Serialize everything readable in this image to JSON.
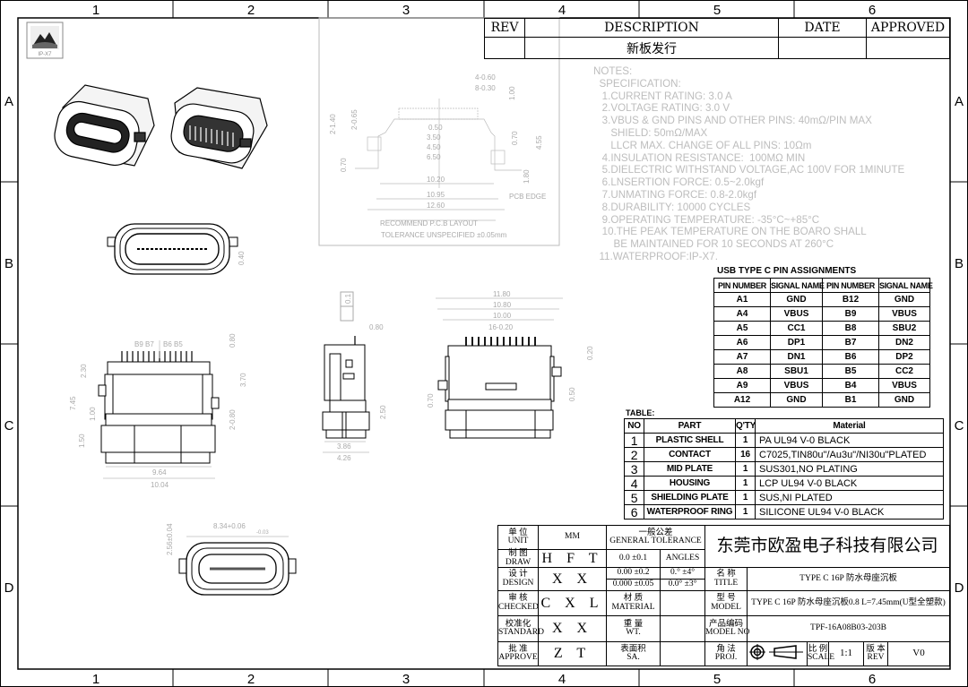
{
  "frame": {
    "cols": [
      "1",
      "2",
      "3",
      "4",
      "5",
      "6"
    ],
    "rows": [
      "A",
      "B",
      "C",
      "D"
    ]
  },
  "logo": {
    "text": "IP-X7"
  },
  "revision": {
    "headers": [
      "REV",
      "DESCRIPTION",
      "DATE",
      "APPROVED"
    ],
    "rows": [
      {
        "rev": "",
        "description": "新板发行",
        "date": "",
        "approved": ""
      }
    ]
  },
  "notes": {
    "lines": [
      "NOTES:",
      "  SPECIFICATION:",
      "   1.CURRENT RATING: 3.0 A",
      "   2.VOLTAGE RATING: 3.0 V",
      "   3.VBUS & GND PINS AND OTHER PINS: 40mΩ/PIN MAX",
      "      SHIELD: 50mΩ/MAX",
      "      LLCR MAX. CHANGE OF ALL PINS: 10Ωm",
      "   4.INSULATION RESISTANCE:  100MΩ MIN",
      "   5.DIELECTRIC WITHSTAND VOLTAGE,AC 100V FOR 1MINUTE",
      "   6.LNSERTION FORCE: 0.5~2.0kgf",
      "   7.UNMATING FORCE: 0.8-2.0kgf",
      "   8.DURABILITY: 10000 CYCLES",
      "   9.OPERATING TEMPERATURE: -35°C~+85°C",
      "   10.THE PEAK TEMPERATURE ON THE BOARO SHALL",
      "       BE MAINTAINED FOR 10 SECONDS AT 260°C",
      "  11.WATERPROOF:IP-X7."
    ]
  },
  "pin_table": {
    "title": "USB TYPE C PIN ASSIGNMENTS",
    "headers": [
      "PIN NUMBER",
      "SIGNAL NAME",
      "PIN NUMBER",
      "SIGNAL NAME"
    ],
    "rows": [
      [
        "A1",
        "GND",
        "B12",
        "GND"
      ],
      [
        "A4",
        "VBUS",
        "B9",
        "VBUS"
      ],
      [
        "A5",
        "CC1",
        "B8",
        "SBU2"
      ],
      [
        "A6",
        "DP1",
        "B7",
        "DN2"
      ],
      [
        "A7",
        "DN1",
        "B6",
        "DP2"
      ],
      [
        "A8",
        "SBU1",
        "B5",
        "CC2"
      ],
      [
        "A9",
        "VBUS",
        "B4",
        "VBUS"
      ],
      [
        "A12",
        "GND",
        "B1",
        "GND"
      ]
    ]
  },
  "parts_table": {
    "title": "TABLE:",
    "headers": [
      "NO",
      "PART",
      "Q'TY",
      "Material"
    ],
    "rows": [
      [
        "1",
        "PLASTIC SHELL",
        "1",
        "PA  UL94  V-0  BLACK"
      ],
      [
        "2",
        "CONTACT",
        "16",
        "C7025,TIN80u\"/Au3u\"/NI30u\"PLATED"
      ],
      [
        "3",
        "MID PLATE",
        "1",
        "SUS301,NO  PLATING"
      ],
      [
        "4",
        "HOUSING",
        "1",
        "LCP  UL94  V-0  BLACK"
      ],
      [
        "5",
        "SHIELDING PLATE",
        "1",
        "SUS,NI  PLATED"
      ],
      [
        "6",
        "WATERPROOF RING",
        "1",
        "SILICONE  UL94  V-0  BLACK"
      ]
    ]
  },
  "pcb_layout": {
    "title": "RECOMMEND  P.C.B  LAYOUT",
    "tolerance": "TOLERANCE  UNSPECIFIED  ±0.05mm",
    "pcb_edge": "PCB  EDGE",
    "dims": [
      "4-0.60",
      "8-0.30",
      "1.00",
      "2-1.40",
      "2-0.65",
      "0.50",
      "3.50",
      "4.50",
      "6.50",
      "0.70",
      "4.55",
      "1.80",
      "0.70",
      "10.20",
      "10.95",
      "12.60"
    ]
  },
  "views": {
    "front": {
      "dims": [
        "0.40"
      ]
    },
    "bottom": {
      "dims": [
        "B9",
        "B7",
        "B6",
        "B5",
        "0.80",
        "2.30",
        "3.70",
        "7.45",
        "1.00",
        "1.50",
        "2-0.80",
        "9.64",
        "10.04"
      ]
    },
    "side": {
      "dims": [
        "0.1",
        "0.80",
        "2.50",
        "3.86",
        "4.26"
      ]
    },
    "rear": {
      "dims": [
        "11.80",
        "10.80",
        "10.00",
        "16-0.20",
        "0.20",
        "0.70",
        "0.50"
      ]
    },
    "top": {
      "dims": [
        "8.34+0.06",
        "-0.03",
        "2.56±0.04"
      ]
    }
  },
  "title_block": {
    "unit_label": "单 位",
    "unit_label_en": "UNIT",
    "unit": "MM",
    "general_tolerance": "一般公差",
    "general_tolerance_en": "GENERAL  TOLERANCE",
    "company": "东莞市欧盈电子科技有限公司",
    "draw_label": "制 图",
    "draw_label_en": "DRAW",
    "draw": "H F T",
    "design_label": "设 计",
    "design_label_en": "DESIGN",
    "design": "X X",
    "checked_label": "审 核",
    "checked_label_en": "CHECKED",
    "checked": "C X L",
    "standard_label": "校准化",
    "standard_label_en": "STANDARD",
    "standard": "X X",
    "approve_label": "批 准",
    "approve_label_en": "APPROVE",
    "approve": "Z T",
    "tol": [
      "0.0   ±0.1",
      "0.00  ±0.2",
      "0.000  ±0.05"
    ],
    "angles_label": "ANGLES",
    "angles": [
      "0.°   ±4°",
      "0.0°  ±3°"
    ],
    "material_label": "材 质",
    "material_label_en": "MATERIAL",
    "weight_label": "重 量",
    "weight_label_en": "WT.",
    "sa_label": "表面积",
    "sa_label_en": "SA.",
    "title_label": "名 称",
    "title_label_en": "TITLE",
    "title": "TYPE  C  16P  防水母座沉板",
    "model_label": "型 号",
    "model_label_en": "MODEL",
    "model": "TYPE  C  16P  防水母座沉板0.8  L=7.45mm(U型全塑款)",
    "model_no_label": "产品编码",
    "model_no_label_en": "MODEL  NO",
    "model_no": "TPF-16A08B03-203B",
    "proj_label": "角 法",
    "proj_label_en": "PROJ.",
    "scale_label": "比 例",
    "scale_label_en": "SCALE",
    "scale": "1:1",
    "rev_label": "版 本",
    "rev_label_en": "REV",
    "rev": "V0"
  }
}
